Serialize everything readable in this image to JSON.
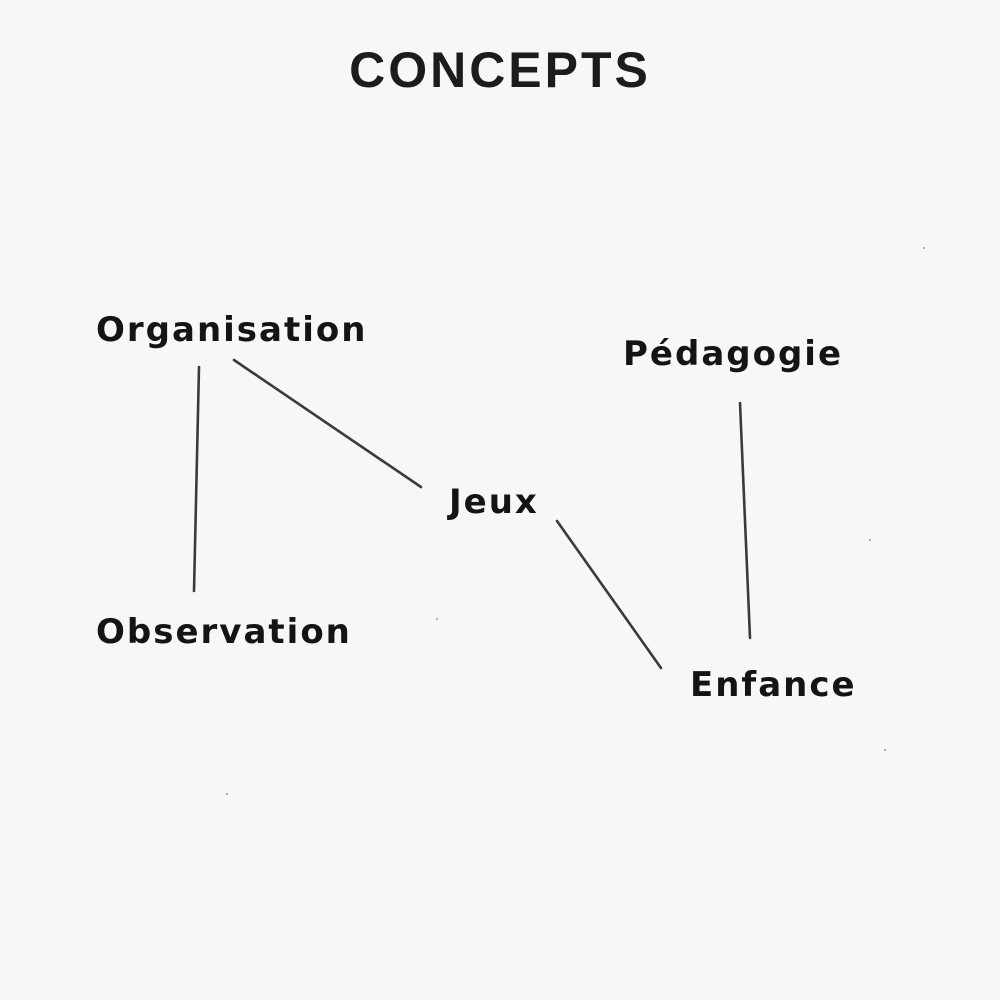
{
  "title": "CONCEPTS",
  "concepts": {
    "organisation": "Organisation",
    "pedagogie": "Pédagogie",
    "jeux": "Jeux",
    "observation": "Observation",
    "enfance": "Enfance"
  },
  "links": [
    {
      "from": "organisation",
      "to": "observation"
    },
    {
      "from": "organisation",
      "to": "jeux"
    },
    {
      "from": "jeux",
      "to": "enfance"
    },
    {
      "from": "pedagogie",
      "to": "enfance"
    }
  ],
  "colors": {
    "background": "#f7f7f7",
    "ink": "#141414",
    "line": "#3a3a3a"
  }
}
